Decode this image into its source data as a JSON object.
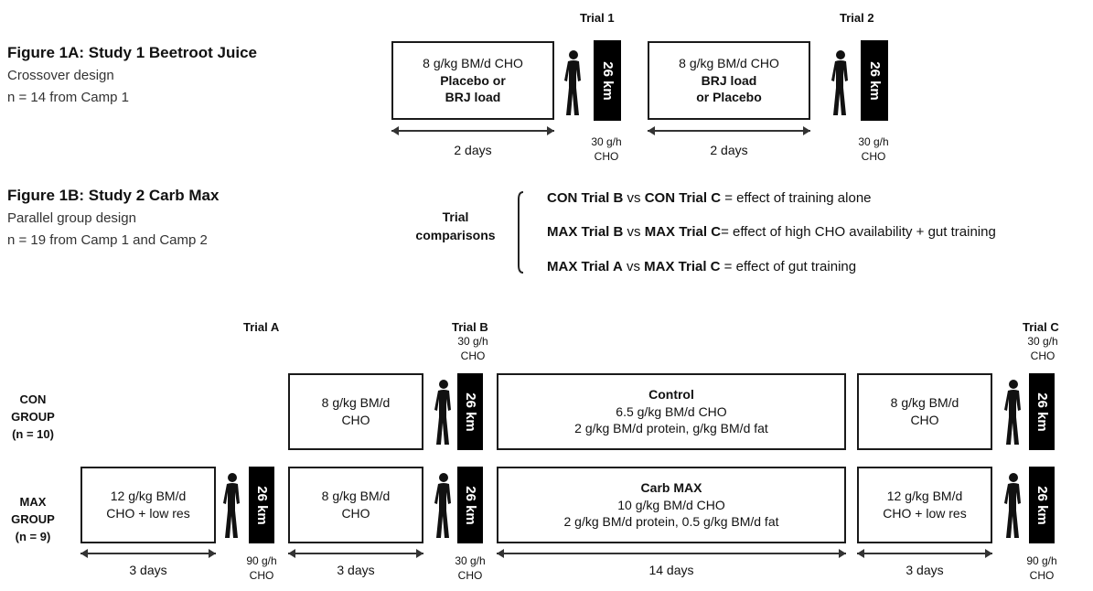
{
  "fig1a": {
    "title": "Figure 1A: Study 1 Beetroot Juice",
    "design": "Crossover design",
    "n": "n = 14 from Camp 1",
    "trial1": "Trial 1",
    "trial2": "Trial 2",
    "box1": {
      "line1": "8 g/kg BM/d CHO",
      "line2": "Placebo or",
      "line3": "BRJ load"
    },
    "box2": {
      "line1": "8 g/kg BM/d CHO",
      "line2": "BRJ load",
      "line3": "or Placebo"
    },
    "run": "26 km",
    "days": "2 days",
    "rate_value": "30 g/h",
    "rate_unit": "CHO"
  },
  "fig1b": {
    "title": "Figure 1B: Study 2 Carb Max",
    "design": "Parallel group design",
    "n": "n = 19 from Camp 1 and Camp 2",
    "comparisons_label_1": "Trial",
    "comparisons_label_2": "comparisons",
    "comparisons": [
      {
        "a": "CON Trial B",
        "vs": "vs",
        "b": "CON Trial C",
        "eq": " = ",
        "effect": "effect of training alone"
      },
      {
        "a": "MAX Trial B",
        "vs": "vs",
        "b": "MAX Trial C",
        "eq": "= ",
        "effect": "effect of high CHO availability + gut training"
      },
      {
        "a": "MAX Trial A",
        "vs": "vs",
        "b": "MAX Trial C",
        "eq": " = ",
        "effect": "effect of gut training"
      }
    ]
  },
  "timeline": {
    "trial_a": "Trial A",
    "trial_b": "Trial B",
    "trial_c": "Trial C",
    "rate_30": "30 g/h",
    "rate_90": "90 g/h",
    "rate_unit": "CHO",
    "run": "26 km",
    "con_group": {
      "line1": "CON",
      "line2": "GROUP",
      "line3": "(n = 10)"
    },
    "max_group": {
      "line1": "MAX",
      "line2": "GROUP",
      "line3": "(n = 9)"
    },
    "con_boxes": {
      "pre": {
        "line1": "8 g/kg BM/d",
        "line2": "CHO"
      },
      "main": {
        "line1": "Control",
        "line2": "6.5 g/kg BM/d CHO",
        "line3": "2 g/kg BM/d protein, g/kg BM/d fat"
      },
      "post": {
        "line1": "8 g/kg BM/d",
        "line2": "CHO"
      }
    },
    "max_boxes": {
      "load": {
        "line1": "12 g/kg BM/d",
        "line2": "CHO + low res"
      },
      "pre": {
        "line1": "8 g/kg BM/d",
        "line2": "CHO"
      },
      "main": {
        "line1": "Carb MAX",
        "line2": "10 g/kg BM/d CHO",
        "line3": "2 g/kg BM/d protein, 0.5 g/kg BM/d fat"
      },
      "post": {
        "line1": "12 g/kg BM/d",
        "line2": "CHO + low res"
      }
    },
    "days_3": "3 days",
    "days_14": "14 days"
  }
}
